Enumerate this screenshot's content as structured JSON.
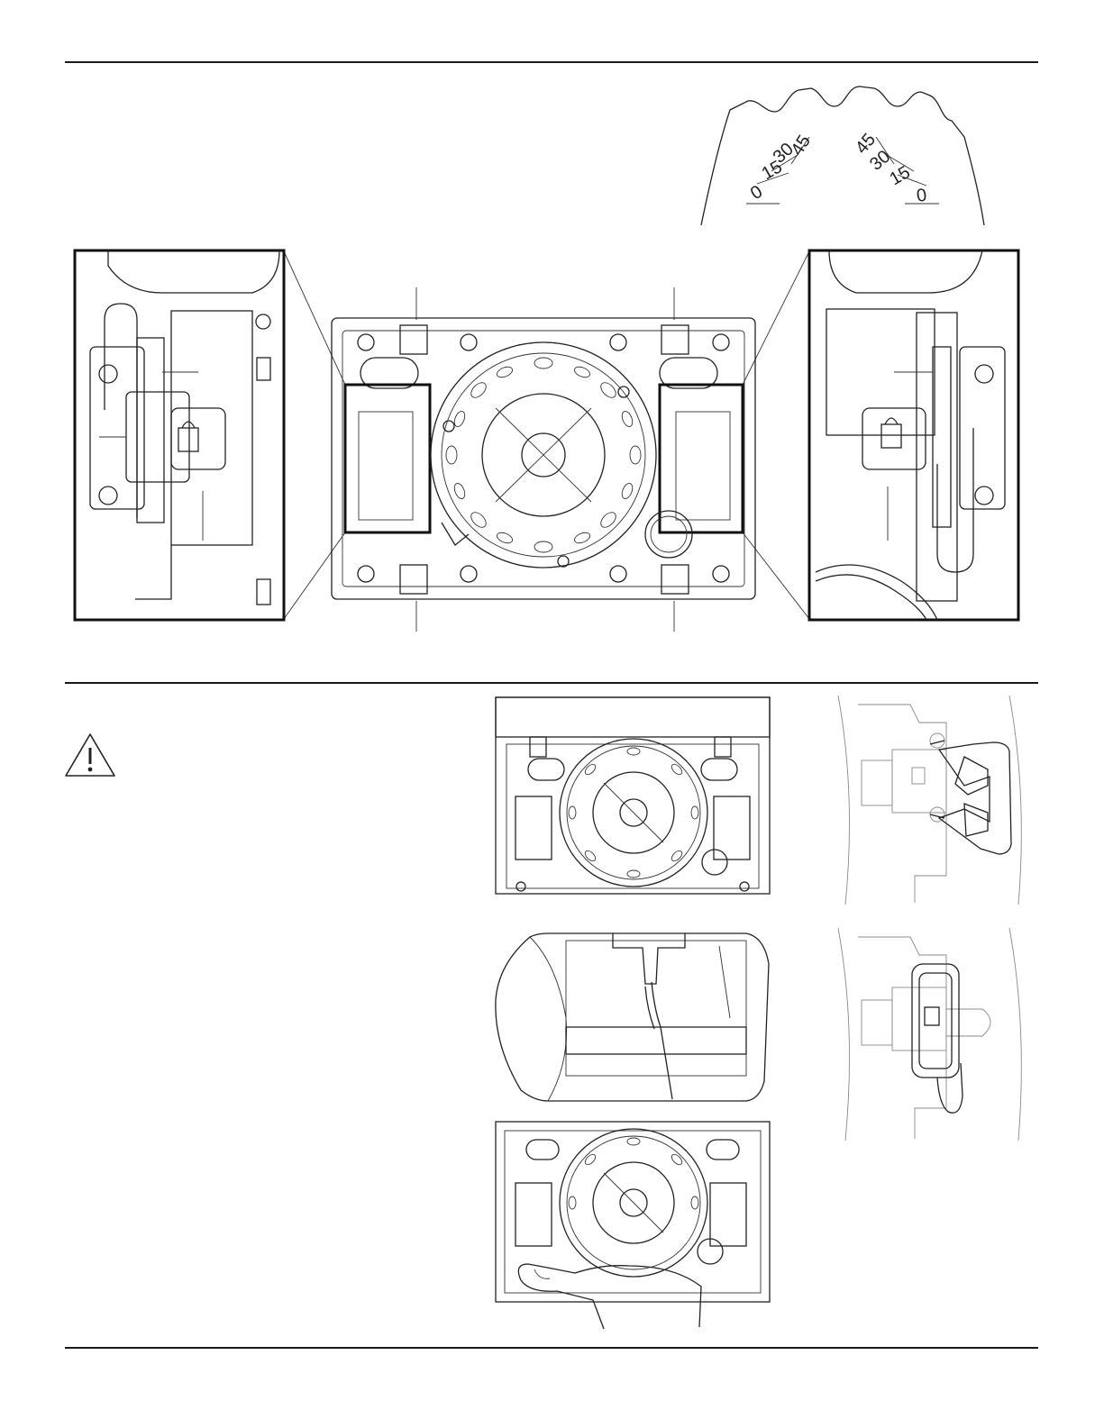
{
  "angle_scale": {
    "left": [
      "0",
      "15",
      "30",
      "45"
    ],
    "right": [
      "45",
      "30",
      "15",
      "0"
    ]
  },
  "icons": {
    "warning": "warning-triangle-icon"
  }
}
